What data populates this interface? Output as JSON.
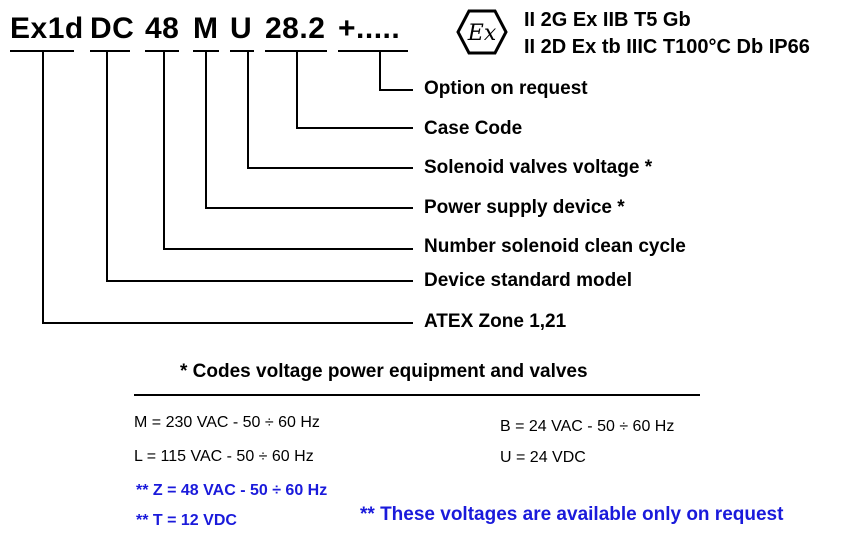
{
  "code": {
    "segments": [
      "Ex1d",
      "DC",
      "48",
      "M",
      "U",
      "28.2",
      "+....."
    ]
  },
  "certification": {
    "mark_icon": "atex-ex-hexagon-icon",
    "line1": "II 2G Ex IIB T5 Gb",
    "line2": "II 2D Ex tb IIIC  T100°C  Db  IP66"
  },
  "descriptions": [
    "Option on request",
    "Case Code",
    "Solenoid valves voltage *",
    "Power supply device *",
    "Number solenoid clean cycle",
    "Device standard model",
    "ATEX Zone 1,21"
  ],
  "voltage_codes": {
    "heading": "* Codes voltage power equipment and valves",
    "standard": [
      "M = 230 VAC - 50 ÷ 60 Hz",
      "L = 115 VAC - 50 ÷ 60 Hz",
      "B = 24 VAC - 50 ÷ 60 Hz",
      "U = 24 VDC"
    ],
    "on_request": [
      "** Z = 48 VAC - 50 ÷ 60 Hz",
      "** T = 12 VDC"
    ],
    "note": "** These voltages are available only on request"
  },
  "colors": {
    "text": "#000000",
    "on_request": "#1a1adb"
  }
}
